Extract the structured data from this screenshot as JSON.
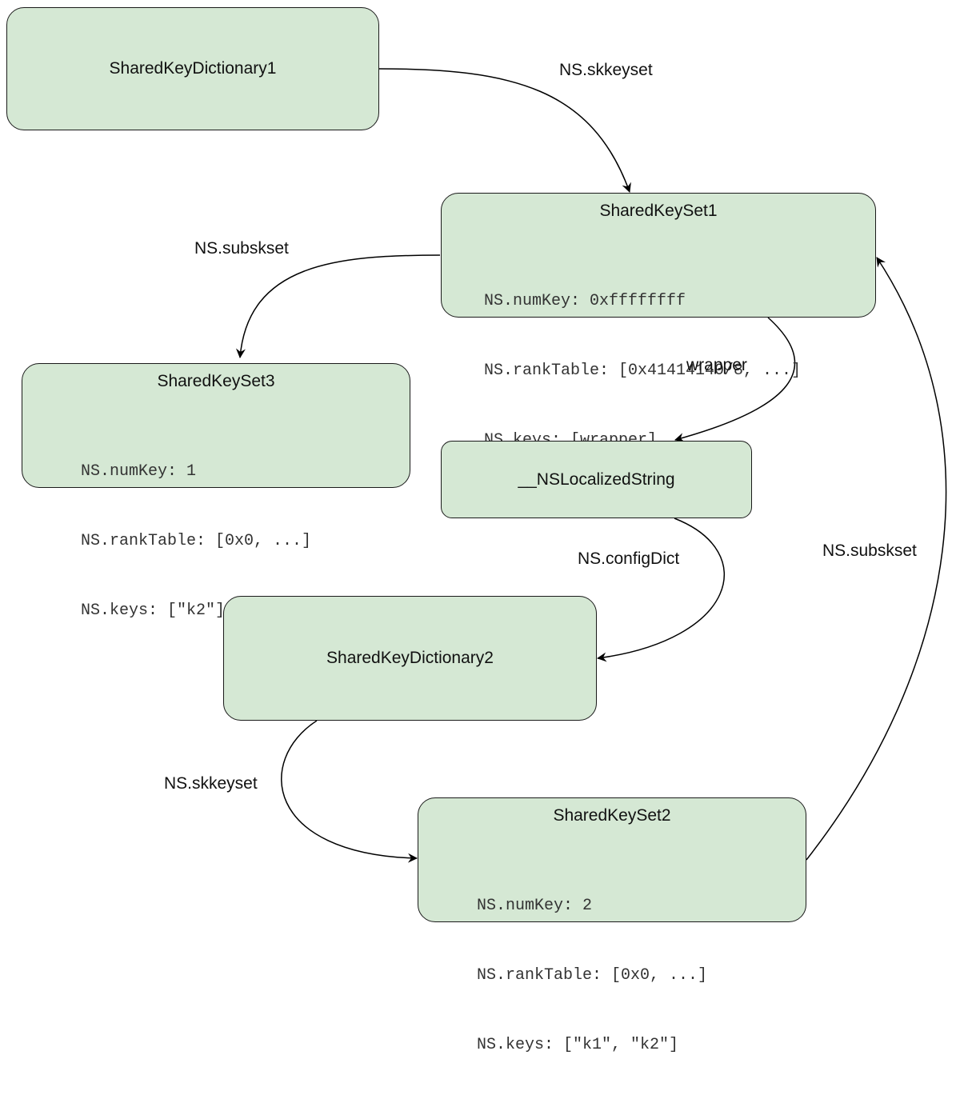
{
  "nodes": {
    "shared_key_dictionary_1": {
      "title": "SharedKeyDictionary1"
    },
    "shared_key_set_1": {
      "title": "SharedKeySet1",
      "fields": [
        "NS.numKey: 0xffffffff",
        "NS.rankTable: [0x41414140/8, ...]",
        "NS.keys: [wrapper]"
      ]
    },
    "shared_key_set_3": {
      "title": "SharedKeySet3",
      "fields": [
        "NS.numKey: 1",
        "NS.rankTable: [0x0, ...]",
        "NS.keys: [\"k2\"]"
      ]
    },
    "ns_localized_string": {
      "title": "__NSLocalizedString"
    },
    "shared_key_dictionary_2": {
      "title": "SharedKeyDictionary2"
    },
    "shared_key_set_2": {
      "title": "SharedKeySet2",
      "fields": [
        "NS.numKey: 2",
        "NS.rankTable: [0x0, ...]",
        "NS.keys: [\"k1\", \"k2\"]"
      ]
    }
  },
  "edges": {
    "dict1_to_set1": "NS.skkeyset",
    "set1_to_set3": "NS.subskset",
    "set1_to_localized": "wrapper",
    "localized_to_dict2": "NS.configDict",
    "dict2_to_set2": "NS.skkeyset",
    "set2_to_set1": "NS.subskset"
  },
  "colors": {
    "node_fill": "#d5e8d4",
    "node_border": "#1a1a1a",
    "edge": "#000000"
  }
}
